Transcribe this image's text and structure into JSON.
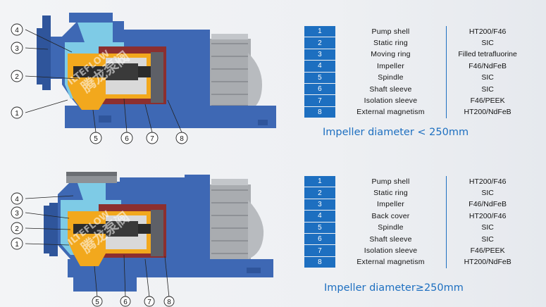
{
  "diagram_top": {
    "callouts": [
      "1",
      "2",
      "3",
      "4",
      "5",
      "6",
      "7",
      "8"
    ],
    "watermark": [
      "ILTEFLOW",
      "腾龙泵阀"
    ]
  },
  "table_top": {
    "rows": [
      {
        "num": "1",
        "part": "Pump shell",
        "material": "HT200/F46"
      },
      {
        "num": "2",
        "part": "Static ring",
        "material": "SIC"
      },
      {
        "num": "3",
        "part": "Moving ring",
        "material": "Filled tetrafluorine"
      },
      {
        "num": "4",
        "part": "Impeller",
        "material": "F46/NdFeB"
      },
      {
        "num": "5",
        "part": "Spindle",
        "material": "SIC"
      },
      {
        "num": "6",
        "part": "Shaft sleeve",
        "material": "SIC"
      },
      {
        "num": "7",
        "part": "Isolation sleeve",
        "material": "F46/PEEK"
      },
      {
        "num": "8",
        "part": "External magnetism",
        "material": "HT200/NdFeB"
      }
    ],
    "caption": "Impeller diameter < 250mm"
  },
  "diagram_bottom": {
    "callouts": [
      "1",
      "2",
      "3",
      "4",
      "5",
      "6",
      "7",
      "8"
    ],
    "watermark": [
      "ILTEFLOW",
      "腾龙泵阀"
    ]
  },
  "table_bottom": {
    "rows": [
      {
        "num": "1",
        "part": "Pump shell",
        "material": "HT200/F46"
      },
      {
        "num": "2",
        "part": "Static ring",
        "material": "SIC"
      },
      {
        "num": "3",
        "part": "Impeller",
        "material": "F46/NdFeB"
      },
      {
        "num": "4",
        "part": "Back cover",
        "material": "HT200/F46"
      },
      {
        "num": "5",
        "part": "Spindle",
        "material": "SIC"
      },
      {
        "num": "6",
        "part": "Shaft sleeve",
        "material": "SIC"
      },
      {
        "num": "7",
        "part": "Isolation sleeve",
        "material": "F46/PEEK"
      },
      {
        "num": "8",
        "part": "External magnetism",
        "material": "HT200/NdFeB"
      }
    ],
    "caption": "Impeller diameter≥250mm"
  },
  "colors": {
    "accent": "#1d6fc0",
    "casing": "#3e68b4",
    "liner": "#7ecbe6",
    "magnet_orange": "#f2a81d",
    "isolation_red": "#8c2f2f",
    "motor_gray": "#a9acb0"
  }
}
